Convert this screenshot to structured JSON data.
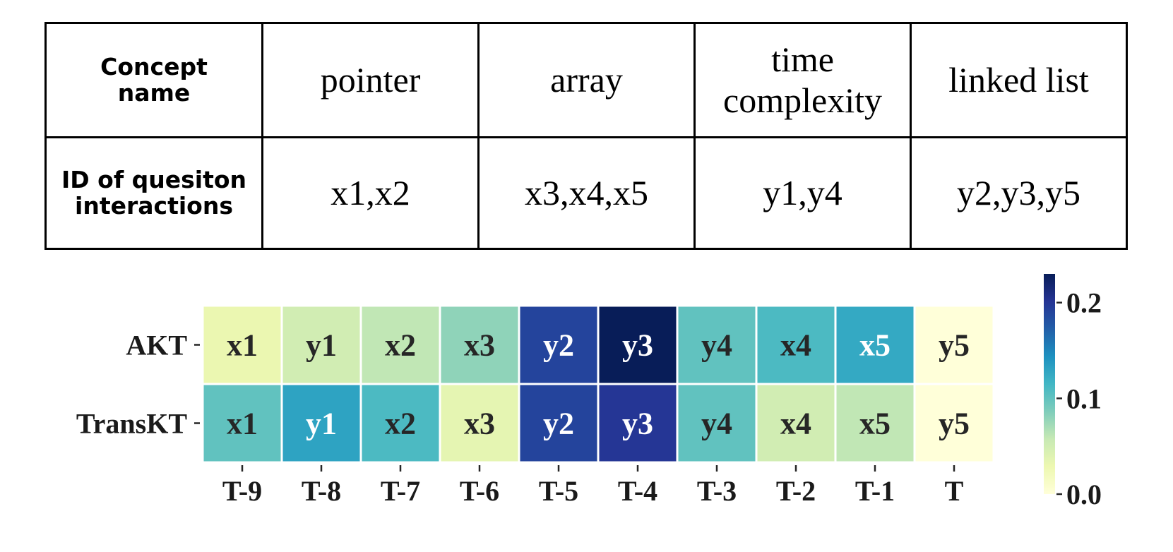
{
  "concept_table": {
    "row_headers": [
      [
        "Concept",
        "name"
      ],
      [
        "ID of quesiton",
        "interactions"
      ]
    ],
    "concept_names": [
      [
        "pointer"
      ],
      [
        "array"
      ],
      [
        "time",
        "complexity"
      ],
      [
        "linked list"
      ]
    ],
    "question_ids": [
      "x1,x2",
      "x3,x4,x5",
      "y1,y4",
      "y2,y3,y5"
    ]
  },
  "chart_data": {
    "type": "heatmap",
    "rows": [
      "AKT",
      "TransKT"
    ],
    "columns": [
      "T-9",
      "T-8",
      "T-7",
      "T-6",
      "T-5",
      "T-4",
      "T-3",
      "T-2",
      "T-1",
      "T"
    ],
    "cell_labels": [
      [
        "x1",
        "y1",
        "x2",
        "x3",
        "y2",
        "y3",
        "y4",
        "x4",
        "x5",
        "y5"
      ],
      [
        "x1",
        "y1",
        "x2",
        "x3",
        "y2",
        "y3",
        "y4",
        "x4",
        "x5",
        "y5"
      ]
    ],
    "values": [
      [
        0.03,
        0.05,
        0.06,
        0.08,
        0.19,
        0.23,
        0.1,
        0.11,
        0.125,
        0.0
      ],
      [
        0.1,
        0.13,
        0.11,
        0.035,
        0.19,
        0.2,
        0.1,
        0.05,
        0.06,
        0.0
      ]
    ],
    "colorbar": {
      "range": [
        0.0,
        0.23
      ],
      "ticks": [
        0.0,
        0.1,
        0.2
      ],
      "tick_labels": [
        "0.0",
        "0.1",
        "0.2"
      ],
      "colormap": "YlGnBu"
    }
  }
}
